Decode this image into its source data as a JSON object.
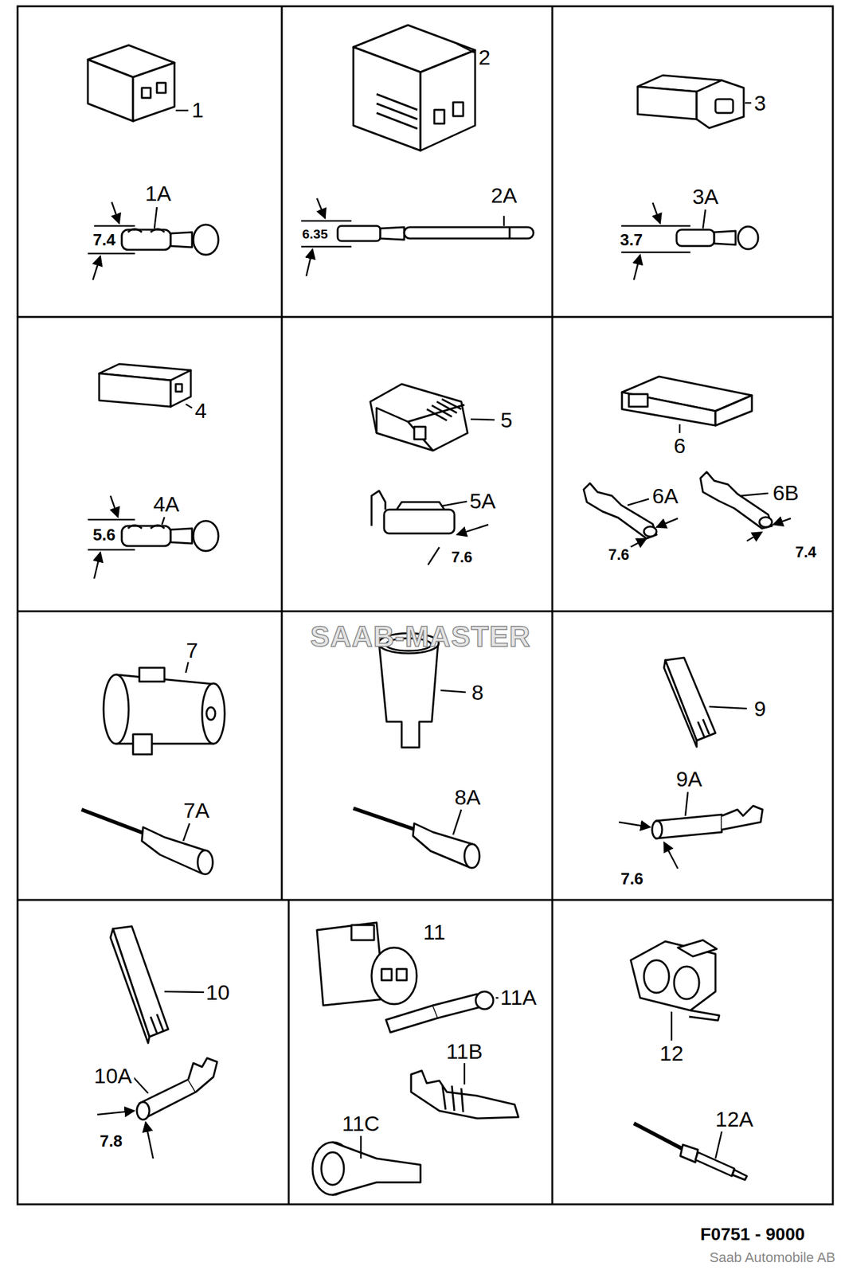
{
  "diagram": {
    "labels": [
      "1",
      "1A",
      "7.4",
      "2",
      "2A",
      "6.35",
      "3",
      "3A",
      "3.7",
      "4",
      "4A",
      "5.6",
      "5",
      "5A",
      "7.6",
      "6",
      "6A",
      "6B",
      "7.6",
      "7.4",
      "SAAB-MASTER",
      "7",
      "7A",
      "8",
      "8A",
      "9",
      "9A",
      "7.6",
      "10",
      "10A",
      "7.8",
      "11",
      "11A",
      "11B",
      "11C",
      "12",
      "12A",
      "F0751 - 9000",
      "Saab Automobile AB"
    ]
  }
}
